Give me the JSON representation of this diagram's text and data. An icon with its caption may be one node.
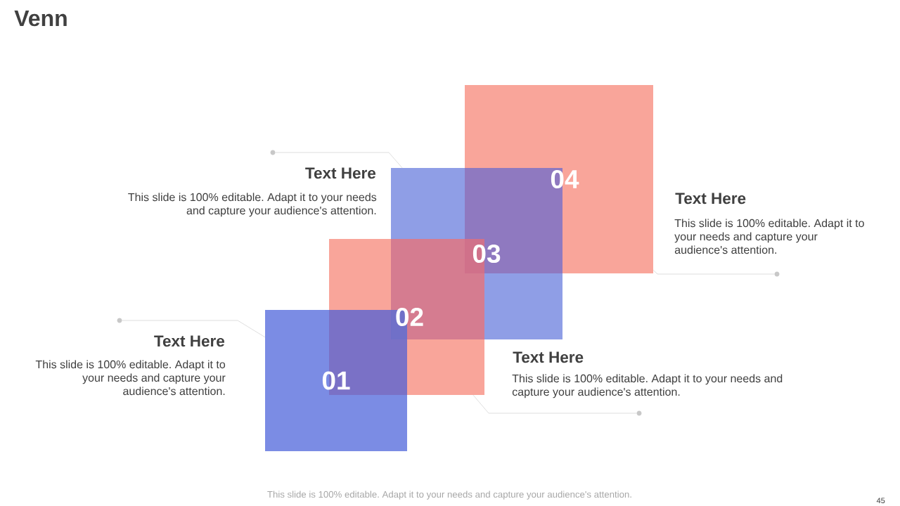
{
  "diagram": {
    "title": "Venn",
    "nodes": [
      {
        "text": [
          "01"
        ]
      },
      {
        "text": [
          "02"
        ]
      },
      {
        "text": [
          "03"
        ]
      },
      {
        "text": [
          "04"
        ]
      },
      {
        "text": [],
        "shape": "circle",
        "beside": [
          "Text Here",
          "This slide is 100% editable. Adapt it to your needs and capture your audience's attention."
        ]
      },
      {
        "text": [],
        "shape": "circle",
        "beside": [
          "Text Here",
          "This slide is 100% editable. Adapt it to your needs and capture your audience's attention."
        ]
      },
      {
        "text": [],
        "shape": "circle",
        "beside": [
          "Text Here",
          "This slide is 100% editable. Adapt it to your needs and capture your audience's attention."
        ]
      },
      {
        "text": [],
        "shape": "circle",
        "beside": [
          "Text Here",
          "This slide is 100% editable. Adapt it to your needs and capture your audience's attention."
        ]
      }
    ],
    "edges": [
      {
        "from": 4,
        "to": 0,
        "arrow": "none"
      },
      {
        "from": 5,
        "to": 1,
        "arrow": "none"
      },
      {
        "from": 6,
        "to": 2,
        "arrow": "none"
      },
      {
        "from": 7,
        "to": 3,
        "arrow": "none"
      }
    ],
    "labels": [
      "This slide is 100% editable. Adapt it to your needs and capture your audience's attention.",
      "45"
    ]
  }
}
